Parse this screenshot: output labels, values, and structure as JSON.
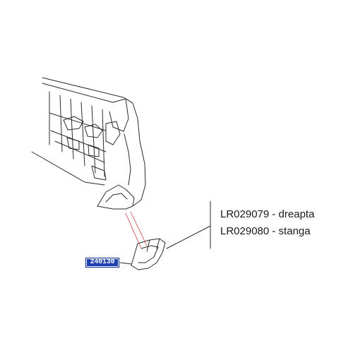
{
  "callout": {
    "reference": "240130"
  },
  "legend": {
    "right_part": "LR029079 - dreapta",
    "left_part": "LR029080 - stanga"
  },
  "colors": {
    "line": "#2b2b2b",
    "leader": "#d23c3c",
    "tag_fill": "#1f3fb0",
    "tag_border": "#0a2a8a"
  }
}
